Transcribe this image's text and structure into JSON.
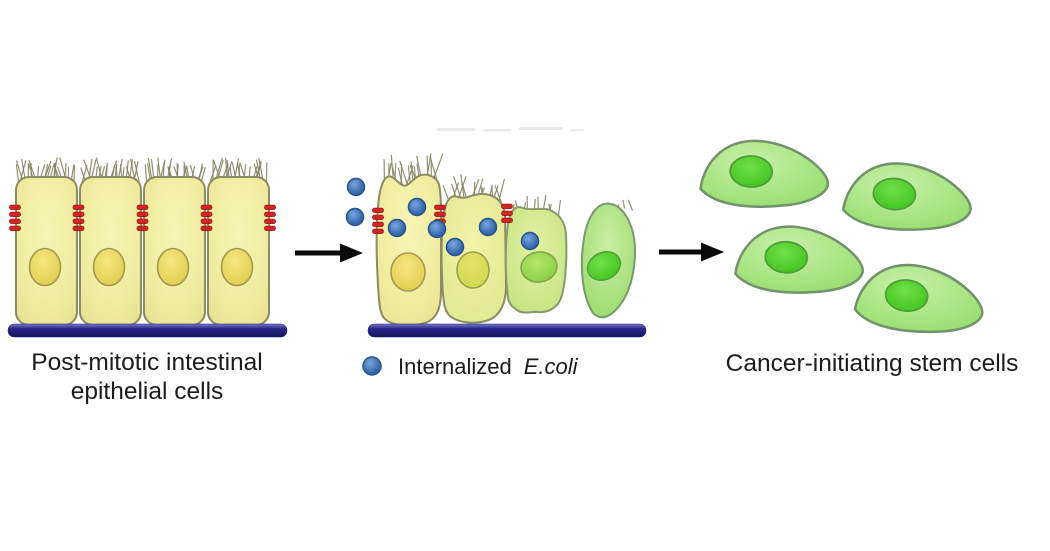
{
  "figure": {
    "left_panel": {
      "caption_line1": "Post-mitotic intestinal",
      "caption_line2": "epithelial cells"
    },
    "middle_panel": {
      "legend_label": "Internalized",
      "legend_organism": "E.coli"
    },
    "right_panel": {
      "caption": "Cancer-initiating stem cells"
    }
  },
  "colors": {
    "epithelial_cell": "#f0ec9e",
    "epithelial_nucleus": "#e8d75c",
    "tight_junction": "#d62222",
    "basement_membrane": "#1b1b70",
    "ecoli_dot": "#4070b0",
    "stem_cell": "#a3e37d",
    "stem_nucleus": "#4ecb2a",
    "arrow": "#0a0a0a",
    "text": "#1c1c1c"
  }
}
